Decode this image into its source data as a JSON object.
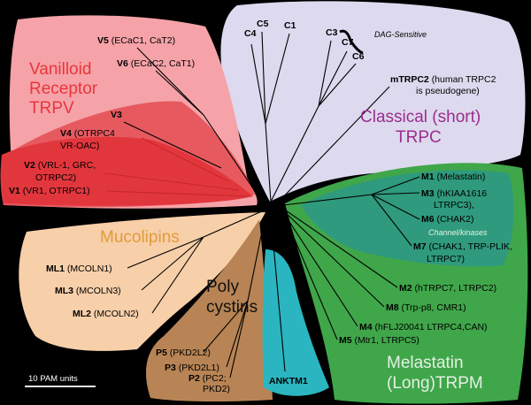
{
  "colors": {
    "trpv_outer": "#f5a3a8",
    "trpv_inner": "#e65a5f",
    "trpv_core": "#e2363d",
    "trpv_title": "#e8363c",
    "trpc_fill": "#ddd9ee",
    "trpc_title": "#9b2d8e",
    "trpm_outer": "#40a64a",
    "trpm_inner": "#2f9a7d",
    "trpm_title": "#e4f0e4",
    "mucolipin_fill": "#f7cfa9",
    "mucolipin_title": "#e59a39",
    "polycystin_fill": "#b88455",
    "anktm_fill": "#2ab5c0"
  },
  "groups": {
    "trpv": {
      "title_line1": "Vanilloid",
      "title_line2": "Receptor",
      "title_line3": "TRPV"
    },
    "trpc": {
      "title_line1": "Classical (short)",
      "title_line2": "TRPC",
      "dag_label": "DAG-Sensitive"
    },
    "trpm": {
      "title_line1": "Melastatin",
      "title_line2": "(Long)TRPM",
      "channel_label": "Channel/kinases"
    },
    "mucolipin": {
      "title": "Mucolipins"
    },
    "polycystin": {
      "title_line1": "Poly",
      "title_line2": "cystins"
    },
    "anktm": {
      "title": "ANKTM1"
    }
  },
  "leaves": {
    "v5": {
      "id": "V5",
      "desc": "(ECaC1, CaT2)"
    },
    "v6": {
      "id": "V6",
      "desc": "(ECaC2, CaT1)"
    },
    "v3": {
      "id": "V3"
    },
    "v4": {
      "id": "V4",
      "desc": "(OTRPC4",
      "desc2": "VR-OAC)"
    },
    "v2": {
      "id": "V2",
      "desc": "(VRL-1, GRC,",
      "desc2": "OTRPC2)"
    },
    "v1": {
      "id": "V1",
      "desc": "(VR1, OTRPC1)"
    },
    "c1": {
      "id": "C1"
    },
    "c3": {
      "id": "C3"
    },
    "c4": {
      "id": "C4"
    },
    "c5": {
      "id": "C5"
    },
    "c6": {
      "id": "C6"
    },
    "c7": {
      "id": "C7"
    },
    "mtrpc2": {
      "id": "mTRPC2",
      "desc": "(human TRPC2",
      "desc2": "is pseudogene)"
    },
    "m1": {
      "id": "M1",
      "desc": "(Melastatin)"
    },
    "m3": {
      "id": "M3",
      "desc": "(hKIAA1616",
      "desc2": "LTRPC3),"
    },
    "m6": {
      "id": "M6",
      "desc": "(CHAK2)"
    },
    "m7": {
      "id": "M7",
      "desc": "(CHAK1, TRP-PLIK,",
      "desc2": "LTRPC7)"
    },
    "m2": {
      "id": "M2",
      "desc": "(hTRPC7, LTRPC2)"
    },
    "m8": {
      "id": "M8",
      "desc": "(Trp-p8, CMR1)"
    },
    "m4": {
      "id": "M4",
      "desc": "(hFLJ20041 LTRPC4,CAN)"
    },
    "m5": {
      "id": "M5",
      "desc": "(Mtr1, LTRPC5)"
    },
    "ml1": {
      "id": "ML1",
      "desc": "(MCOLN1)"
    },
    "ml3": {
      "id": "ML3",
      "desc": "(MCOLN3)"
    },
    "ml2": {
      "id": "ML2",
      "desc": "(MCOLN2)"
    },
    "p5": {
      "id": "P5",
      "desc": "(PKD2L2)"
    },
    "p3": {
      "id": "P3",
      "desc": "(PKD2L1)"
    },
    "p2": {
      "id": "P2",
      "desc": "(PC2;",
      "desc2": "PKD2)"
    }
  },
  "scale_bar": {
    "label": "10 PAM units"
  }
}
